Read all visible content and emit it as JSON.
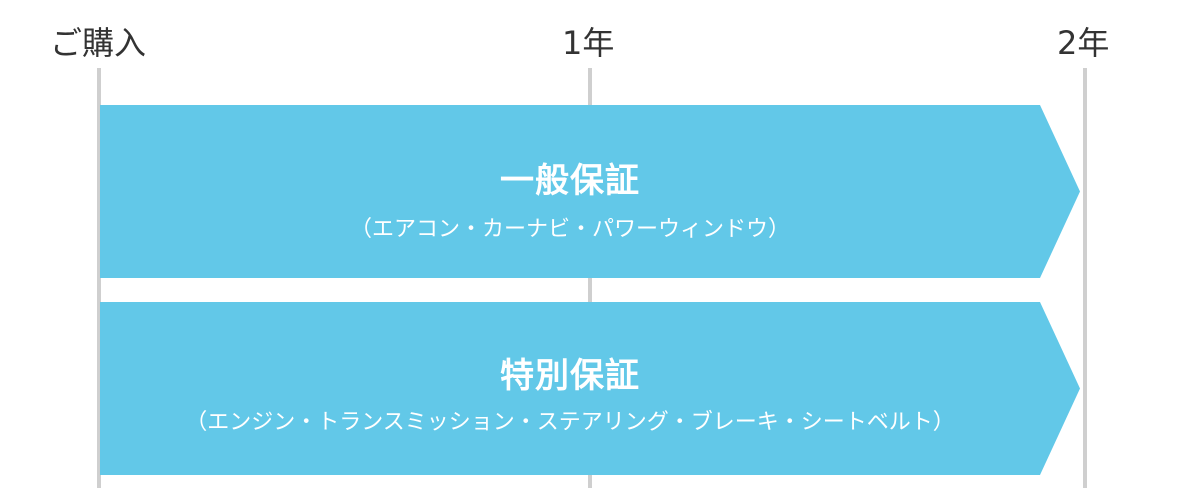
{
  "timeline": {
    "start_label": "ご購入",
    "year1_label": "1年",
    "year2_label": "2年"
  },
  "warranties": [
    {
      "title": "一般保証",
      "subtitle": "（エアコン・カーナビ・パワーウィンドウ）",
      "duration_years": 2
    },
    {
      "title": "特別保証",
      "subtitle": "（エンジン・トランスミッション・ステアリング・ブレーキ・シートベルト）",
      "duration_years": 2
    }
  ],
  "colors": {
    "arrow_fill": "#62c8e8",
    "tick_line": "#cfcfcf",
    "label_text": "#333333",
    "arrow_text": "#ffffff"
  }
}
